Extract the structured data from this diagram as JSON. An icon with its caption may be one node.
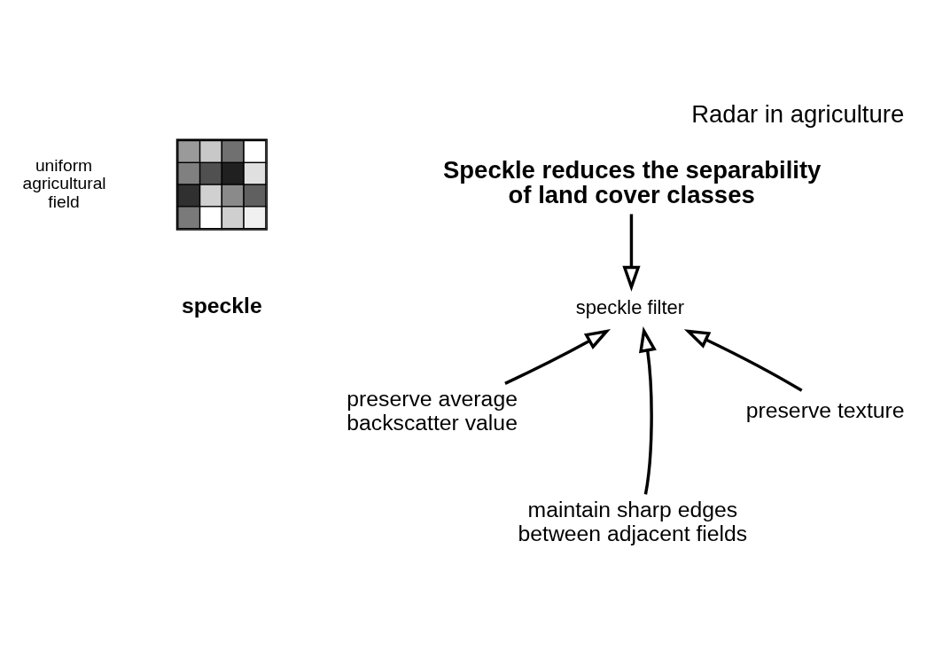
{
  "diagram": {
    "title": "Radar in agriculture",
    "nodes": [
      {
        "text": [],
        "shape": "picture"
      },
      {
        "text": [
          "Speckle reduces the separability of land cover classes"
        ]
      },
      {
        "text": [
          "speckle filter"
        ]
      },
      {
        "text": [
          "preserve average backscatter value"
        ]
      },
      {
        "text": [
          "maintain sharp edges between adjacent fields"
        ]
      },
      {
        "text": [
          "preserve texture"
        ]
      }
    ],
    "edges": [
      {
        "from": 1,
        "to": 2,
        "arrow": "to"
      },
      {
        "from": 3,
        "to": 2,
        "arrow": "to"
      },
      {
        "from": 4,
        "to": 2,
        "arrow": "to"
      },
      {
        "from": 5,
        "to": 2,
        "arrow": "to"
      }
    ],
    "labels": [
      "uniform agricultural field",
      "speckle"
    ]
  }
}
